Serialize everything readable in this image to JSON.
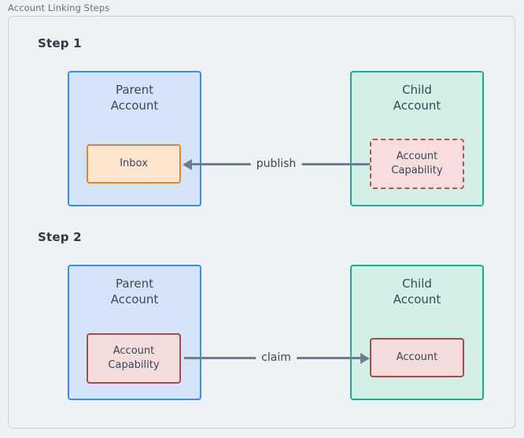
{
  "frame": {
    "title": "Account Linking Steps"
  },
  "steps": [
    {
      "label": "Step 1",
      "left_node": {
        "title": "Parent\nAccount",
        "inner": {
          "label": "Inbox",
          "style": "solid-orange"
        }
      },
      "right_node": {
        "title": "Child\nAccount",
        "inner": {
          "label": "Account\nCapability",
          "style": "dashed-red"
        }
      },
      "edge": {
        "label": "publish",
        "direction": "left"
      }
    },
    {
      "label": "Step 2",
      "left_node": {
        "title": "Parent\nAccount",
        "inner": {
          "label": "Account\nCapability",
          "style": "solid-red"
        }
      },
      "right_node": {
        "title": "Child\nAccount",
        "inner": {
          "label": "Account",
          "style": "solid-red"
        }
      },
      "edge": {
        "label": "claim",
        "direction": "right"
      }
    }
  ],
  "colors": {
    "background": "#eef2f5",
    "frame_border": "#c9d2db",
    "parent_fill": "#d4e4f9",
    "parent_border": "#3d8ce0",
    "child_fill": "#d2f0e7",
    "child_border": "#18b090",
    "inbox_fill": "#fde5cf",
    "inbox_border": "#e8832a",
    "capability_fill": "#f7dedd",
    "capability_border": "#b5524f",
    "edge": "#6d7e8f",
    "text": "#3a4754",
    "step_text": "#2b3945",
    "title_text": "#67727e"
  }
}
